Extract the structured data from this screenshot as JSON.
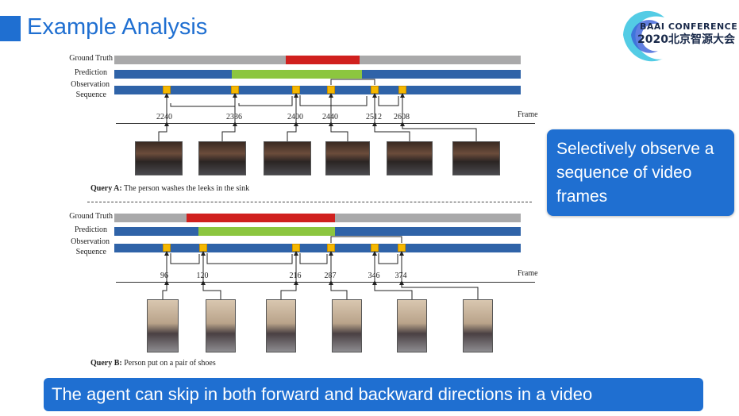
{
  "header": {
    "title": "Example Analysis"
  },
  "logo": {
    "line1": "BAAI CONFERENCE",
    "line2": "2020北京智源大会"
  },
  "rows": {
    "ground_truth": "Ground Truth",
    "prediction": "Prediction",
    "observation": "Observation",
    "sequence": "Sequence"
  },
  "axis_label": "Frame",
  "query_a": {
    "label": "Query A:",
    "text": "The person washes the leeks in the sink",
    "frames": [
      "2240",
      "2336",
      "2400",
      "2440",
      "2512",
      "2608"
    ]
  },
  "query_b": {
    "label": "Query B:",
    "text": "Person put on a pair of shoes",
    "frames": [
      "96",
      "120",
      "216",
      "287",
      "346",
      "374"
    ]
  },
  "callout": {
    "text": "Selectively observe a sequence of video frames"
  },
  "banner": {
    "text": "The agent can skip in both forward and  backward directions in a video"
  },
  "colors": {
    "accent": "#1f6fd1",
    "ground_truth": "#d0201e",
    "prediction": "#8cc63f",
    "observation": "#f5b800",
    "track": "#2f63a8"
  }
}
